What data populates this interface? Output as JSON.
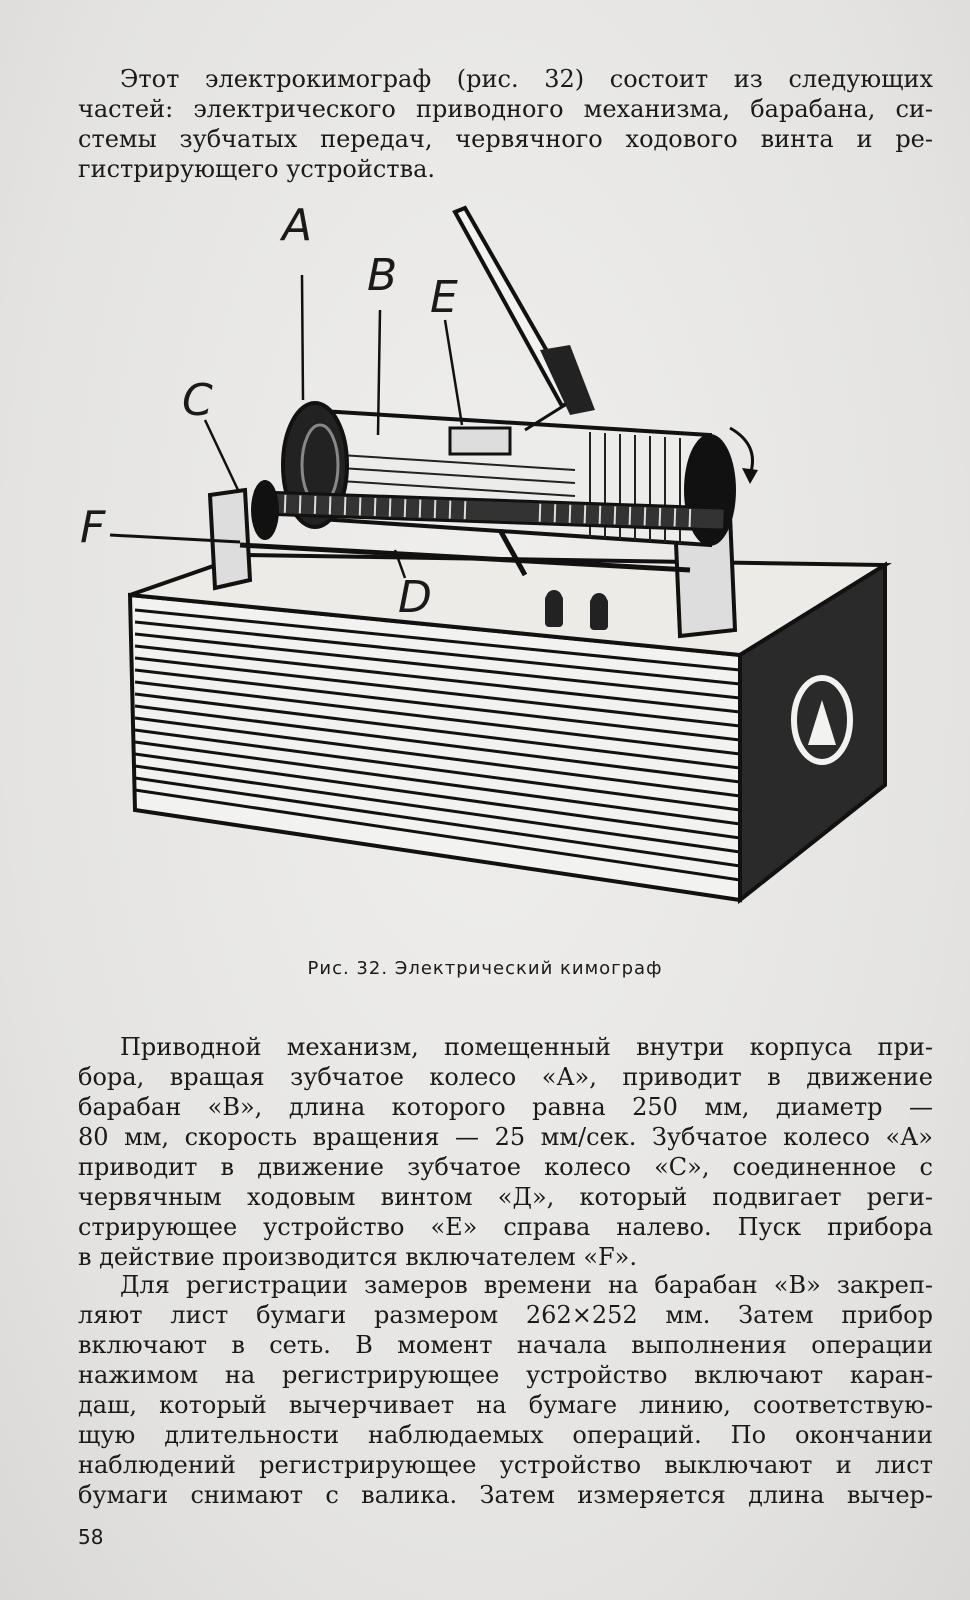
{
  "paragraphs": {
    "intro": [
      "Этот электрокимограф (рис. 32) состоит из следующих",
      "частей: электрического приводного механизма, барабана, си-",
      "стемы зубчатых передач, червячного ходового винта и ре-",
      "гистрирующего устройства."
    ],
    "mechanism": [
      "Приводной механизм, помещенный внутри корпуса при-",
      "бора, вращая зубчатое колесо «А», приводит в движение",
      "барабан «В», длина которого равна 250 мм, диаметр —",
      "80 мм, скорость вращения — 25 мм/сек. Зубчатое колесо «А»",
      "приводит в движение зубчатое колесо «С», соединенное с",
      "червячным ходовым винтом «Д», который подвигает реги-",
      "стрирующее устройство «Е» справа налево. Пуск прибора",
      "в действие производится включателем «F»."
    ],
    "registration": [
      "Для регистрации замеров времени на барабан «В» закреп-",
      "ляют лист бумаги размером 262×252 мм. Затем прибор",
      "включают в сеть. В момент начала выполнения операции",
      "нажимом на регистрирующее устройство включают каран-",
      "даш, который вычерчивает на бумаге линию, соответствую-",
      "щую длительности наблюдаемых операций. По окончании",
      "наблюдений регистрирующее устройство выключают и лист",
      "бумаги снимают с валика. Затем измеряется длина вычер-"
    ]
  },
  "figure": {
    "labels": {
      "A": "A",
      "B": "B",
      "C": "C",
      "D": "D",
      "E": "E",
      "F": "F"
    },
    "caption": "Рис. 32. Электрический кимограф"
  },
  "page_number": "58"
}
